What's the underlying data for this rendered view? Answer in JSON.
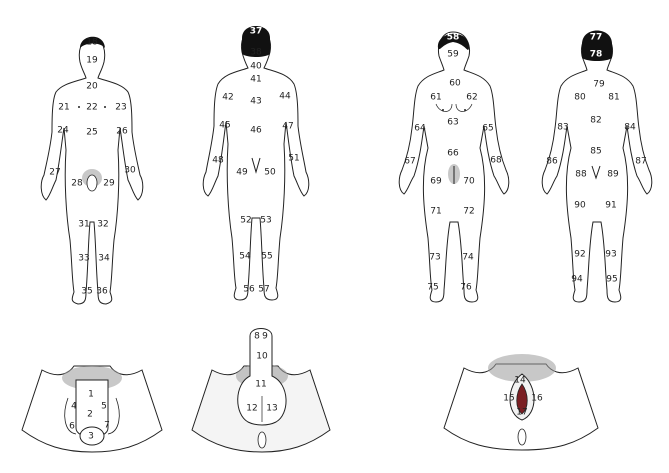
{
  "figure": {
    "male_front_labels": [
      "18",
      "19",
      "20",
      "21",
      "22",
      "23",
      "24",
      "25",
      "26",
      "27",
      "28",
      "29",
      "30",
      "31",
      "32",
      "33",
      "34",
      "35",
      "36"
    ],
    "male_back_labels": [
      "37",
      "38",
      "40",
      "41",
      "42",
      "43",
      "44",
      "45",
      "46",
      "47",
      "48",
      "49",
      "50",
      "51",
      "52",
      "53",
      "54",
      "55",
      "56",
      "57"
    ],
    "female_front_labels": [
      "58",
      "59",
      "60",
      "61",
      "62",
      "63",
      "64",
      "65",
      "66",
      "67",
      "68",
      "69",
      "70",
      "71",
      "72",
      "73",
      "74",
      "75",
      "76"
    ],
    "female_back_labels": [
      "77",
      "78",
      "79",
      "80",
      "81",
      "82",
      "83",
      "84",
      "85",
      "86",
      "87",
      "88",
      "89",
      "90",
      "91",
      "92",
      "93",
      "94",
      "95"
    ],
    "male_genital_front_labels": [
      "1",
      "2",
      "3",
      "4",
      "5",
      "6",
      "7"
    ],
    "male_genital_up_labels": [
      "8",
      "9",
      "10",
      "11",
      "12",
      "13"
    ],
    "female_genital_labels": [
      "14",
      "15",
      "16",
      "17"
    ]
  }
}
